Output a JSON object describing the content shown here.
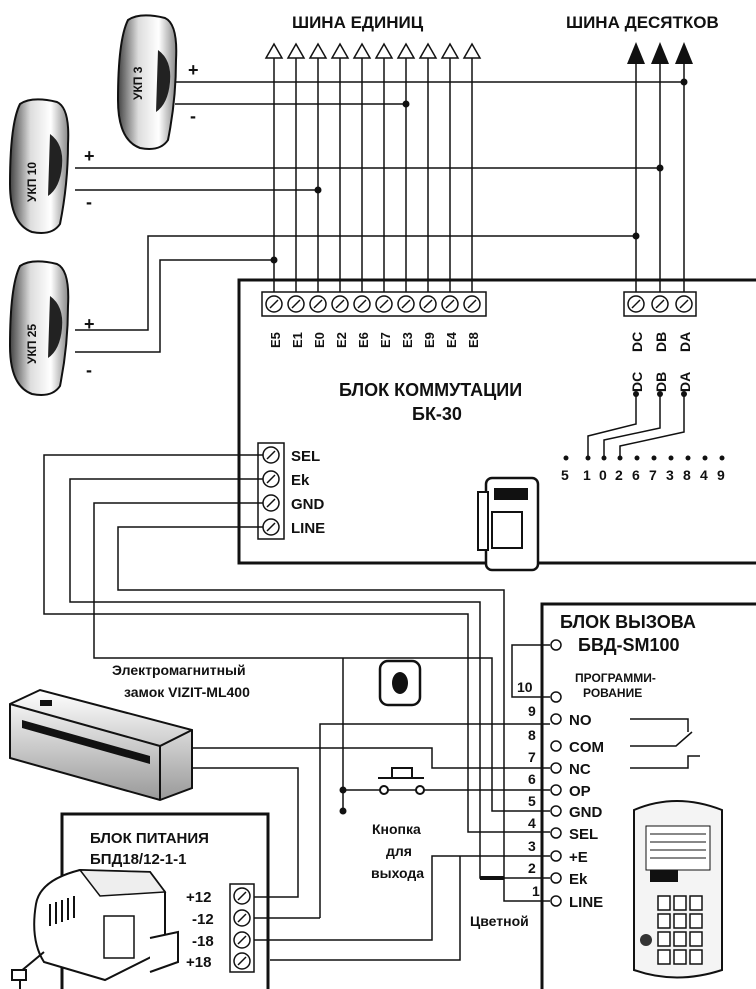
{
  "bus_units_title": "ШИНА ЕДИНИЦ",
  "bus_tens_title": "ШИНА ДЕСЯТКОВ",
  "handsets": [
    {
      "label": "УКП 3"
    },
    {
      "label": "УКП 10"
    },
    {
      "label": "УКП 25"
    }
  ],
  "polarity": {
    "plus": "+",
    "minus": "-"
  },
  "switch_block": {
    "title1": "БЛОК КОММУТАЦИИ",
    "title2": "БК-30",
    "unit_terminals": [
      "E5",
      "E1",
      "E0",
      "E2",
      "E6",
      "E7",
      "E3",
      "E9",
      "E4",
      "E8"
    ],
    "tens_terminals": [
      "DC",
      "DB",
      "DA"
    ],
    "tens_labels2": [
      "DC",
      "DB",
      "DA"
    ],
    "jumper_digits": [
      "5",
      "1",
      "0",
      "2",
      "6",
      "7",
      "3",
      "8",
      "4",
      "9"
    ],
    "side_terminals": [
      "SEL",
      "Ek",
      "GND",
      "LINE"
    ]
  },
  "call_block": {
    "title1": "БЛОК ВЫЗОВА",
    "title2": "БВД-SM100",
    "prog_label1": "ПРОГРАММИ-",
    "prog_label2": "РОВАНИЕ",
    "prog_pin": "10",
    "pins": [
      {
        "num": "9",
        "name": "NO"
      },
      {
        "num": "8",
        "name": "COM"
      },
      {
        "num": "7",
        "name": "NC"
      },
      {
        "num": "6",
        "name": "OP"
      },
      {
        "num": "5",
        "name": "GND"
      },
      {
        "num": "4",
        "name": "SEL"
      },
      {
        "num": "3",
        "name": "+E"
      },
      {
        "num": "2",
        "name": "Ek"
      },
      {
        "num": "1",
        "name": "LINE"
      }
    ]
  },
  "lock": {
    "label1": "Электромагнитный",
    "label2": "замок VIZIT-ML400"
  },
  "button": {
    "label1": "Кнопка",
    "label2": "для",
    "label3": "выхода"
  },
  "psu": {
    "title1": "БЛОК ПИТАНИЯ",
    "title2": "БПД18/12-1-1",
    "terminals": [
      "+12",
      "-12",
      "-18",
      "+18"
    ]
  },
  "colored_wire_label": "Цветной"
}
